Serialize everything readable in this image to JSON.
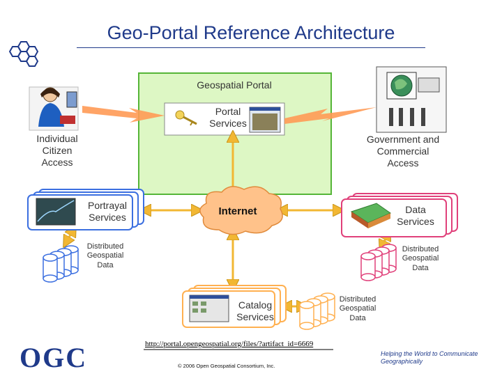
{
  "title": "Geo-Portal Reference Architecture",
  "portal": {
    "title": "Geospatial Portal",
    "services": "Portal\nServices"
  },
  "individual_access": "Individual\nCitizen\nAccess",
  "government_access": "Government and\nCommercial\nAccess",
  "portrayal_services": "Portrayal\nServices",
  "internet": "Internet",
  "data_services": "Data\nServices",
  "catalog_services": "Catalog\nServices",
  "distributed_data_left": "Distributed\nGeospatial\nData",
  "distributed_data_right": "Distributed\nGeospatial\nData",
  "distributed_data_bottom": "Distributed\nGeospatial\nData",
  "url": "http://portal.opengeospatial.org/files/?artifact_id=6669",
  "copyright": "© 2006 Open Geospatial Consortium, Inc.",
  "tagline": "Helping the World to Communicate\nGeographically",
  "logo": "OGC",
  "colors": {
    "title": "#1f3a8a",
    "portal_fill": "#ddf7c4",
    "portal_border": "#55b537",
    "blue_box": "#3b6fe0",
    "pink_box": "#e0407a",
    "orange_box": "#ffb050",
    "internet": "#ffc28a",
    "connector": "#f2b733"
  }
}
